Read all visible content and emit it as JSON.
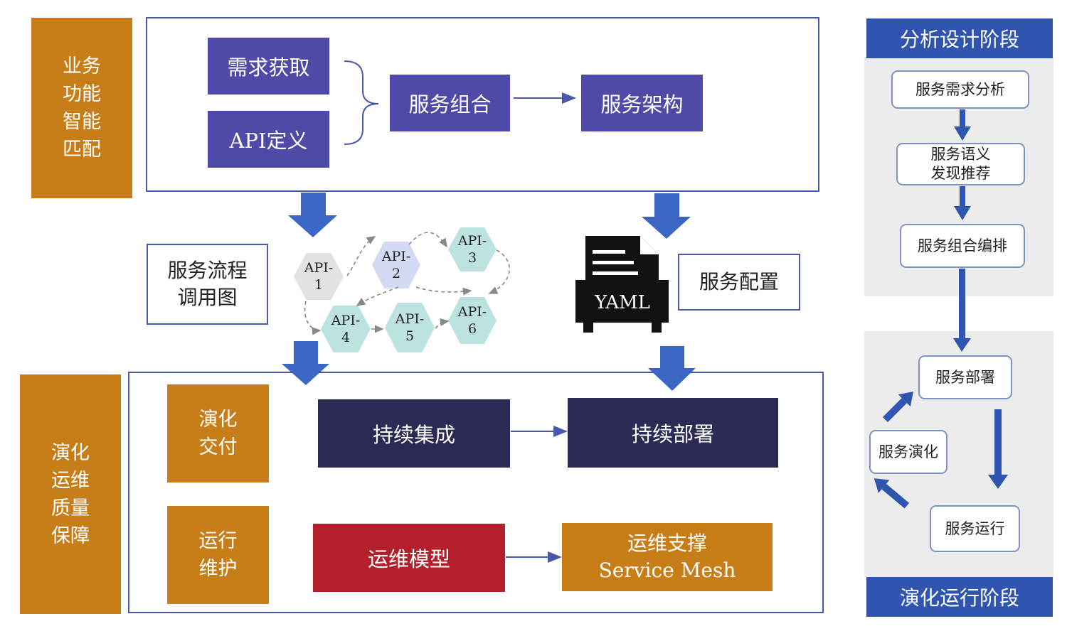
{
  "left_labels": {
    "business_match": "业务\n功能\n智能\n匹配",
    "evolution_ops": "演化\n运维\n质量\n保障"
  },
  "top": {
    "req": "需求获取",
    "api_def": "API定义",
    "compose": "服务组合",
    "arch": "服务架构"
  },
  "middle": {
    "process_graph": "服务流程\n调用图",
    "yaml": "YAML",
    "config": "服务配置",
    "apis": [
      "API-\n1",
      "API-\n2",
      "API-\n3",
      "API-\n4",
      "API-\n5",
      "API-\n6"
    ]
  },
  "bottom": {
    "evolve_deliver": "演化\n交付",
    "run_maintain": "运行\n维护",
    "ci": "持续集成",
    "cd": "持续部署",
    "ops_model": "运维模型",
    "ops_support": "运维支撑\nService Mesh"
  },
  "right": {
    "design_stage": "分析设计阶段",
    "req_analysis": "服务需求分析",
    "semantic": "服务语义\n发现推荐",
    "orchestration": "服务组合编排",
    "deploy": "服务部署",
    "evolve": "服务演化",
    "run": "服务运行",
    "run_stage": "演化运行阶段"
  },
  "colors": {
    "orange": "#c77e19",
    "purple": "#4f4aa8",
    "navy": "#2b2a55",
    "red": "#b3202b",
    "arrow_blue": "#3c66c4",
    "banner_blue": "#2f55b0",
    "api_gray": "#e2e2e2",
    "api_lavender": "#d3daf3",
    "api_teal": "#bde3e0"
  }
}
